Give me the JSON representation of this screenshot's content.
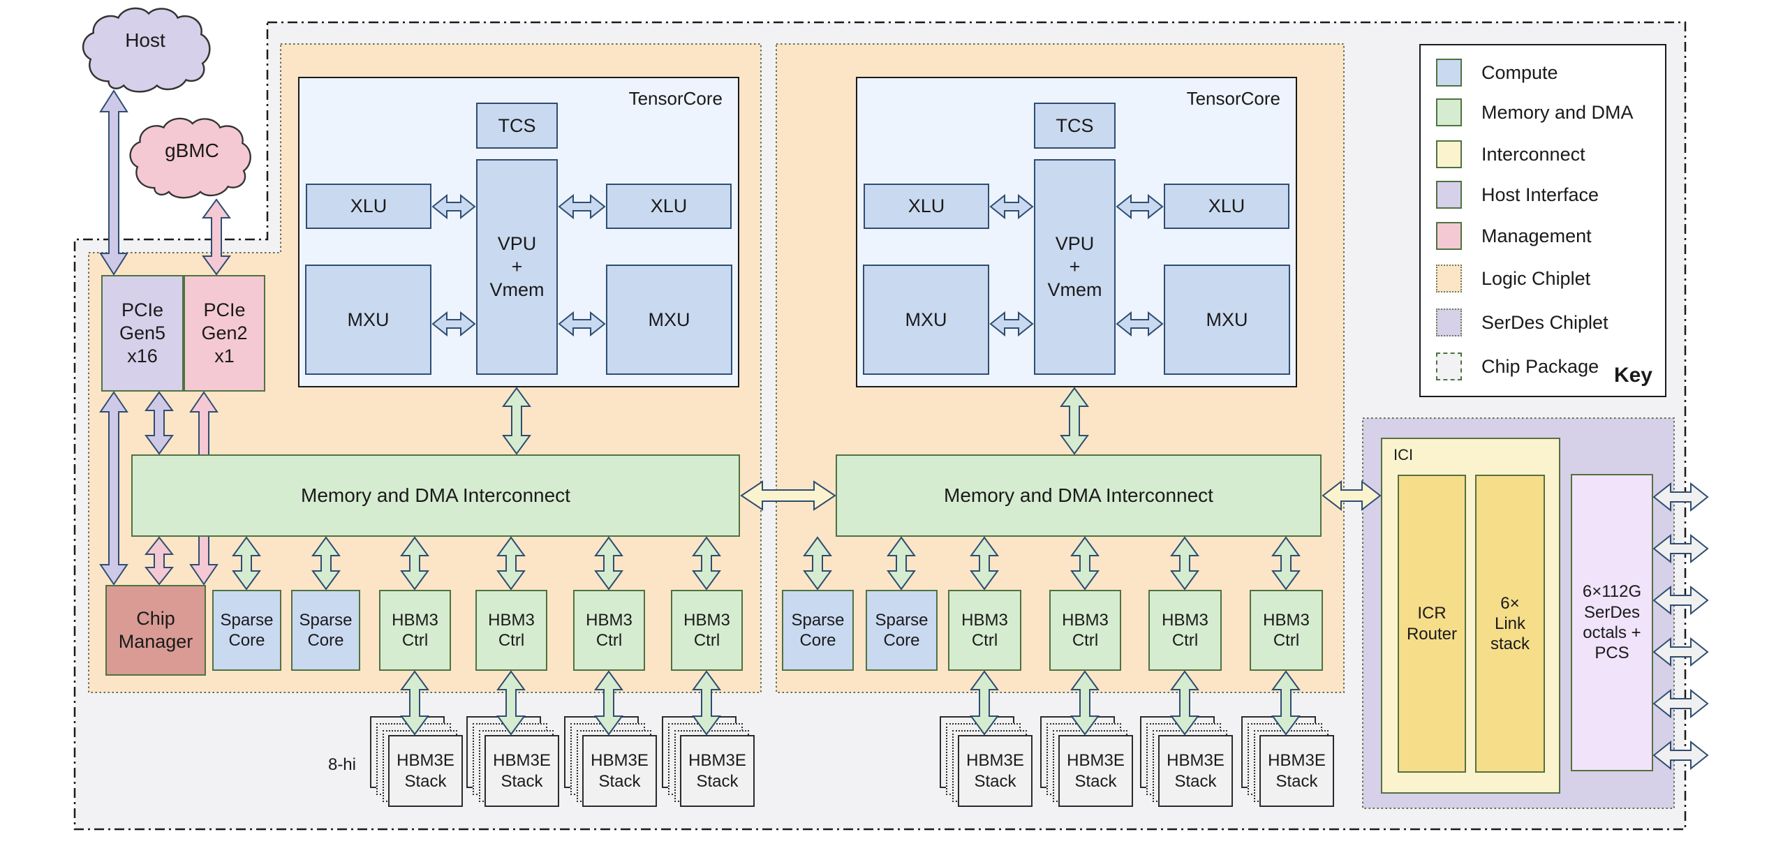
{
  "palette": {
    "compute": "#c9d9f0",
    "memory": "#d6ecd0",
    "hostif": "#d6d0ea",
    "mgmt": "#f4c9d3",
    "chipmgr": "#d99b94",
    "tcfill": "#edf4fd",
    "orange": "#fce5c7",
    "serdes-region": "#d6d0e8",
    "serdes-box": "#f0e3fa",
    "ici-pale": "#fbf3ce",
    "ici-gold": "#f5dd8a",
    "package": "#f2f2f4",
    "stackgrey": "#f1f1f1",
    "arrow-outline": "#2e4d71",
    "arrow-green": "#d6ecd0",
    "arrow-purple": "#cfc9e8",
    "arrow-pink": "#f4c9d3",
    "arrow-blue": "#c9d9f0",
    "arrow-yellow": "#fbf3ce",
    "arrow-grey": "#f0f0f0"
  },
  "clouds": {
    "host": "Host",
    "gbmc": "gBMC"
  },
  "labels": {
    "pcie_gen5": "PCIe\nGen5\nx16",
    "pcie_gen2": "PCIe\nGen2\nx1",
    "tensorcore": "TensorCore",
    "tcs": "TCS",
    "xlu": "XLU",
    "vpu": "VPU\n+\nVmem",
    "mxu": "MXU",
    "interconnect": "Memory and DMA Interconnect",
    "chip_manager": "Chip\nManager",
    "sparse_core": "Sparse\nCore",
    "hbm3_ctrl": "HBM3\nCtrl",
    "hbm3e_stack": "HBM3E\nStack",
    "eight_hi": "8-hi",
    "ici": "ICI",
    "icr_router": "ICR\nRouter",
    "link_stack": "6×\nLink\nstack",
    "serdes_octals": "6×112G\nSerDes\noctals +\nPCS"
  },
  "key": {
    "title": "Key",
    "items": [
      {
        "label": "Compute",
        "swatch": "compute",
        "style": "solid"
      },
      {
        "label": "Memory and DMA",
        "swatch": "memory",
        "style": "solid"
      },
      {
        "label": "Interconnect",
        "swatch": "ici-pale",
        "style": "solid"
      },
      {
        "label": "Host Interface",
        "swatch": "hostif",
        "style": "solid"
      },
      {
        "label": "Management",
        "swatch": "mgmt",
        "style": "solid"
      },
      {
        "label": "Logic Chiplet",
        "swatch": "orange",
        "style": "dotted"
      },
      {
        "label": "SerDes Chiplet",
        "swatch": "serdes-region",
        "style": "dotted"
      },
      {
        "label": "Chip Package",
        "swatch": "package",
        "style": "dashdot"
      }
    ]
  }
}
